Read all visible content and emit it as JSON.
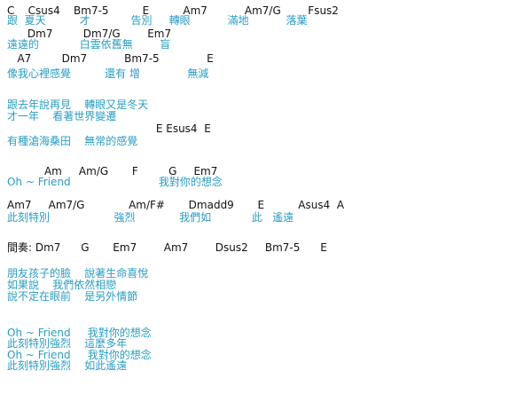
{
  "colors": {
    "chord": "#111111",
    "lyric": "#2a9dc2"
  },
  "lines": [
    {
      "kind": "chord",
      "text": "C    Csus4    Bm7-5          E          Am7           Am7/G        Fsus2"
    },
    {
      "kind": "lyric",
      "text": "跟  夏天          才            告別     轉眼           滿地           落葉"
    },
    {
      "kind": "chord",
      "text": "      Dm7         Dm7/G        Em7"
    },
    {
      "kind": "lyric",
      "text": "遠遠的            白雲依舊無        盲"
    },
    {
      "kind": "chord",
      "text": "   A7         Dm7           Bm7-5              E"
    },
    {
      "kind": "lyric",
      "text": "像我心裡感覺          還有 增              無減"
    },
    {
      "kind": "lyric",
      "text": "跟去年說再見    轉眼又是冬天"
    },
    {
      "kind": "lyric",
      "text": "才一年    看著世界變遷"
    },
    {
      "kind": "chord",
      "text": "                                            E Esus4  E"
    },
    {
      "kind": "lyric",
      "text": "有種滄海桑田    無常的感覺"
    },
    {
      "kind": "chord",
      "text": "           Am     Am/G       F         G     Em7"
    },
    {
      "kind": "lyric",
      "text": "Oh ~ Friend                          我對你的想念"
    },
    {
      "kind": "chord",
      "text": "Am7     Am7/G             Am/F#       Dmadd9       E          Asus4  A"
    },
    {
      "kind": "lyric",
      "text": "此刻特別                   強烈             我們如            此   遙遠"
    },
    {
      "kind": "chord",
      "text": "間奏: Dm7      G       Em7        Am7        Dsus2     Bm7-5      E"
    },
    {
      "kind": "lyric",
      "text": "朋友孩子的臉    說著生命喜悅"
    },
    {
      "kind": "lyric",
      "text": "如果說    我們依然相戀"
    },
    {
      "kind": "lyric",
      "text": "說不定在眼前    是另外情節"
    },
    {
      "kind": "lyric",
      "text": "Oh ~ Friend     我對你的想念"
    },
    {
      "kind": "lyric",
      "text": "此刻特別強烈    這麼多年"
    },
    {
      "kind": "lyric",
      "text": "Oh ~ Friend     我對你的想念"
    },
    {
      "kind": "lyric",
      "text": "此刻特別強烈    如此遙遠"
    }
  ]
}
